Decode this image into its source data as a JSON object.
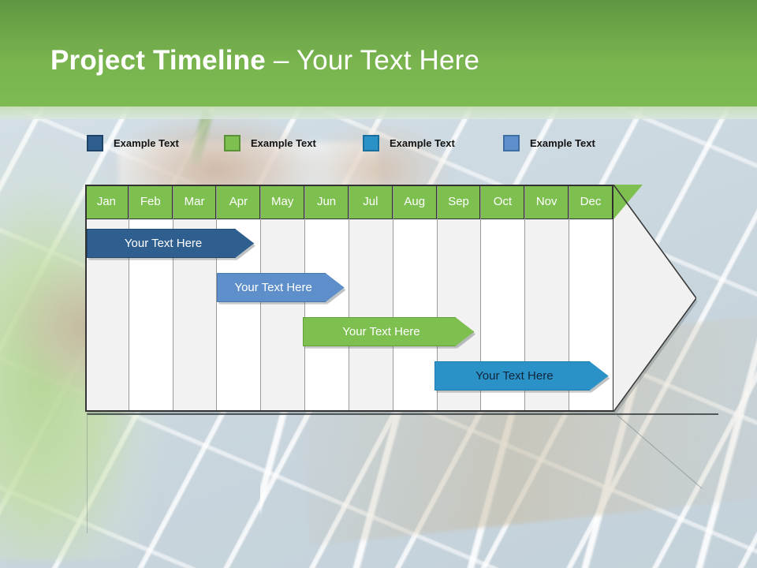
{
  "header": {
    "title_bold": "Project Timeline",
    "title_regular": " – Your Text Here",
    "background_color": "#79b44f"
  },
  "legend": {
    "items": [
      {
        "label": "Example Text",
        "color": "#2e5f8f",
        "border": "#1f4467",
        "x": 0
      },
      {
        "label": "Example Text",
        "color": "#7ec04f",
        "border": "#5b8f38",
        "x": 174
      },
      {
        "label": "Example Text",
        "color": "#2b92c8",
        "border": "#1b6f9c",
        "x": 350
      },
      {
        "label": "Example Text",
        "color": "#5e8fcb",
        "border": "#3f6ca3",
        "x": 528
      }
    ]
  },
  "chart_data": {
    "type": "bar",
    "title": "Project Timeline",
    "categories": [
      "Jan",
      "Feb",
      "Mar",
      "Apr",
      "May",
      "Jun",
      "Jul",
      "Aug",
      "Sep",
      "Oct",
      "Nov",
      "Dec"
    ],
    "xlabel": "",
    "ylabel": "",
    "grid": true,
    "legend_position": "top",
    "series": [
      {
        "name": "Example Text",
        "label": "Your  Text Here",
        "color": "#2e5f8f",
        "text_color": "#ffffff",
        "border": "#24496e",
        "start_month": "Jan",
        "end_month": "Apr",
        "start": 0,
        "end": 3.8,
        "row": 0
      },
      {
        "name": "Example Text",
        "label": "Your  Text Here",
        "color": "#5e8fcb",
        "text_color": "#ffffff",
        "border": "#4a79b0",
        "start_month": "Apr",
        "end_month": "Jun",
        "start": 2.95,
        "end": 5.85,
        "row": 1
      },
      {
        "name": "Example Text",
        "label": "Your  Text Here",
        "color": "#7ec04f",
        "text_color": "#ffffff",
        "border": "#63a038",
        "start_month": "Jun",
        "end_month": "Sep",
        "start": 4.9,
        "end": 8.8,
        "row": 2
      },
      {
        "name": "Example Text",
        "label": "Your  Text Here",
        "color": "#2b92c8",
        "text_color": "#11263c",
        "border": "#1d7cae",
        "start_month": "Sep",
        "end_month": "Dec",
        "start": 7.9,
        "end": 11.85,
        "row": 3
      }
    ],
    "month_header_color": "#7ec04f",
    "month_header_text_color": "#ffffff",
    "column_fill_odd": "#f2f2f2",
    "column_fill_even": "#ffffff",
    "container_fill": "#f1f1f1",
    "container_outline": "#3a3a3a"
  }
}
